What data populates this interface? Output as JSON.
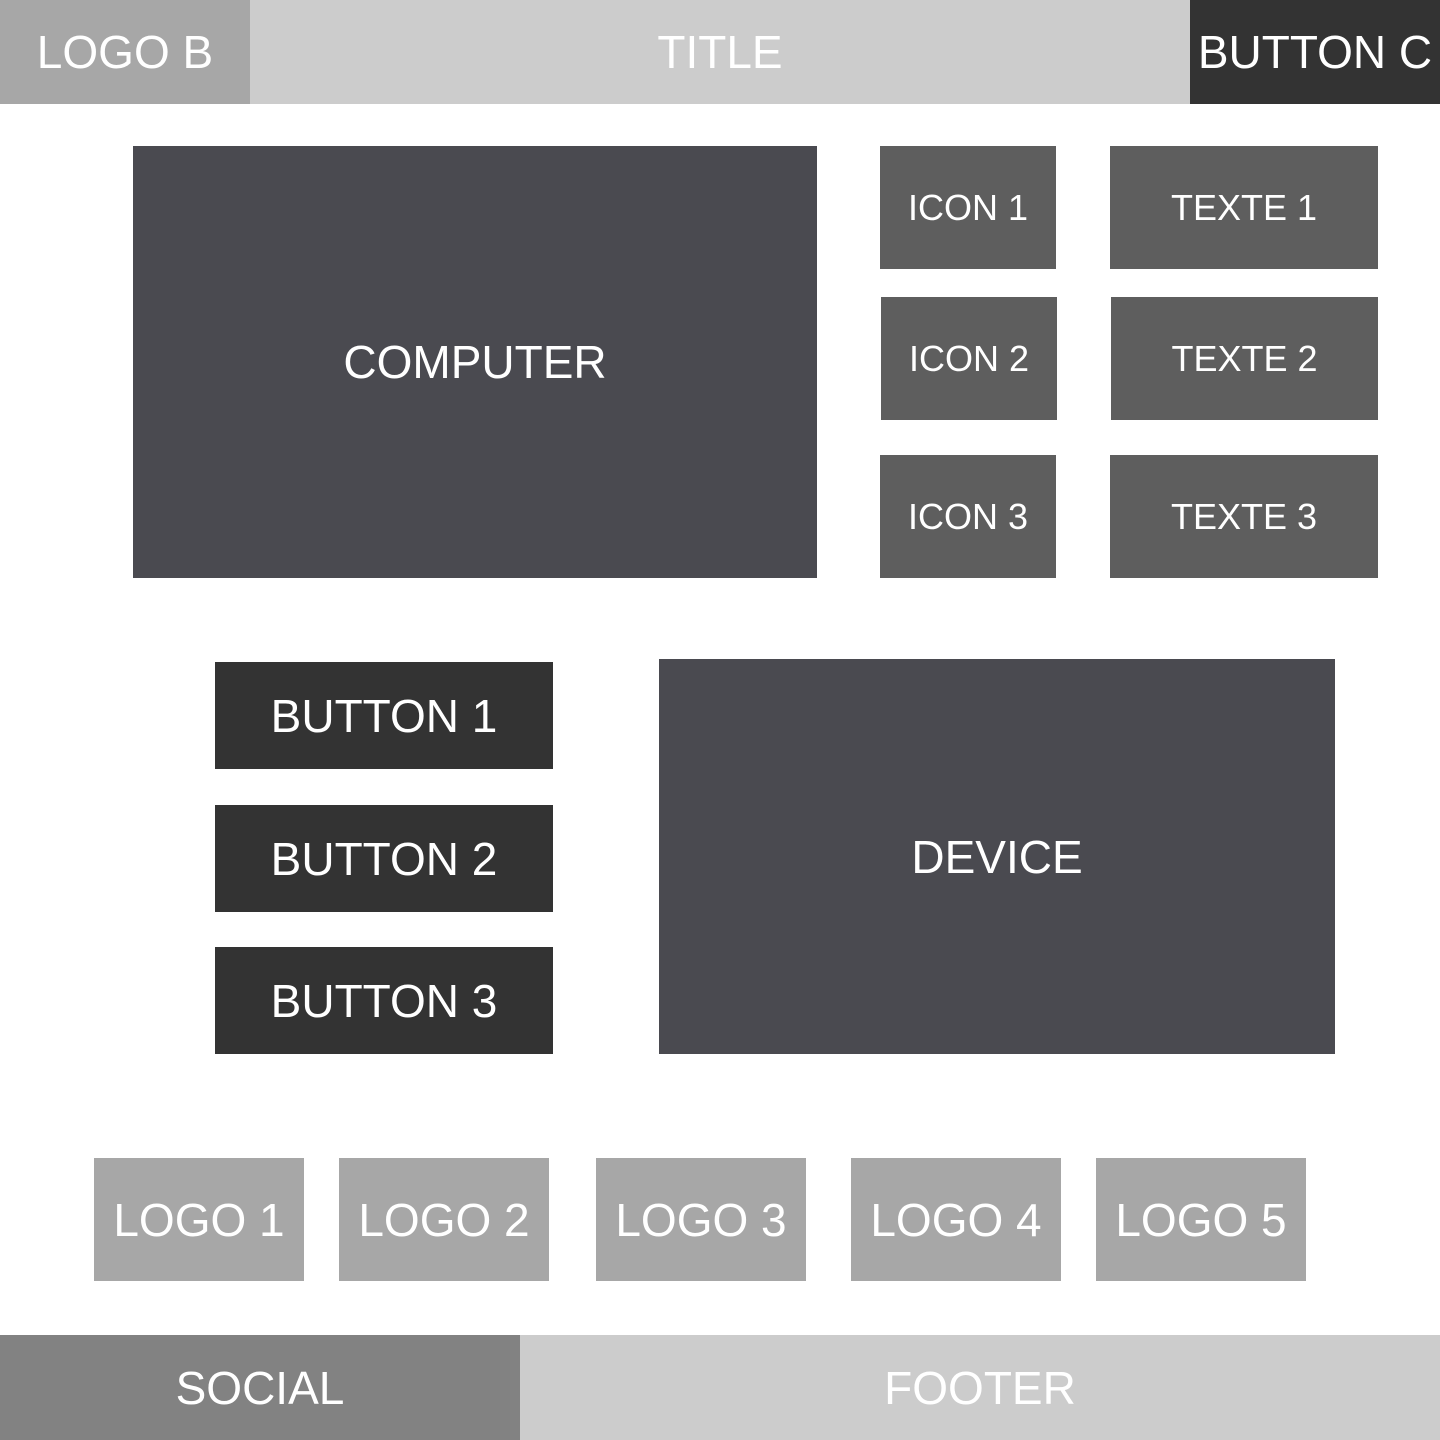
{
  "header": {
    "logo": "LOGO B",
    "title": "TITLE",
    "button": "BUTTON C"
  },
  "main": {
    "computer": "COMPUTER",
    "icons": [
      "ICON 1",
      "ICON 2",
      "ICON 3"
    ],
    "texts": [
      "TEXTE 1",
      "TEXTE 2",
      "TEXTE 3"
    ],
    "buttons": [
      "BUTTON 1",
      "BUTTON 2",
      "BUTTON 3"
    ],
    "device": "DEVICE"
  },
  "logos": [
    "LOGO 1",
    "LOGO 2",
    "LOGO 3",
    "LOGO 4",
    "LOGO 5"
  ],
  "footer": {
    "social": "SOCIAL",
    "footer": "FOOTER"
  },
  "colors": {
    "light_gray": "#cccccc",
    "mid_gray": "#a7a7a7",
    "steel_gray": "#828282",
    "tile_gray": "#5e5e5e",
    "slate": "#4a4a50",
    "dark": "#333333",
    "text": "#ffffff"
  }
}
